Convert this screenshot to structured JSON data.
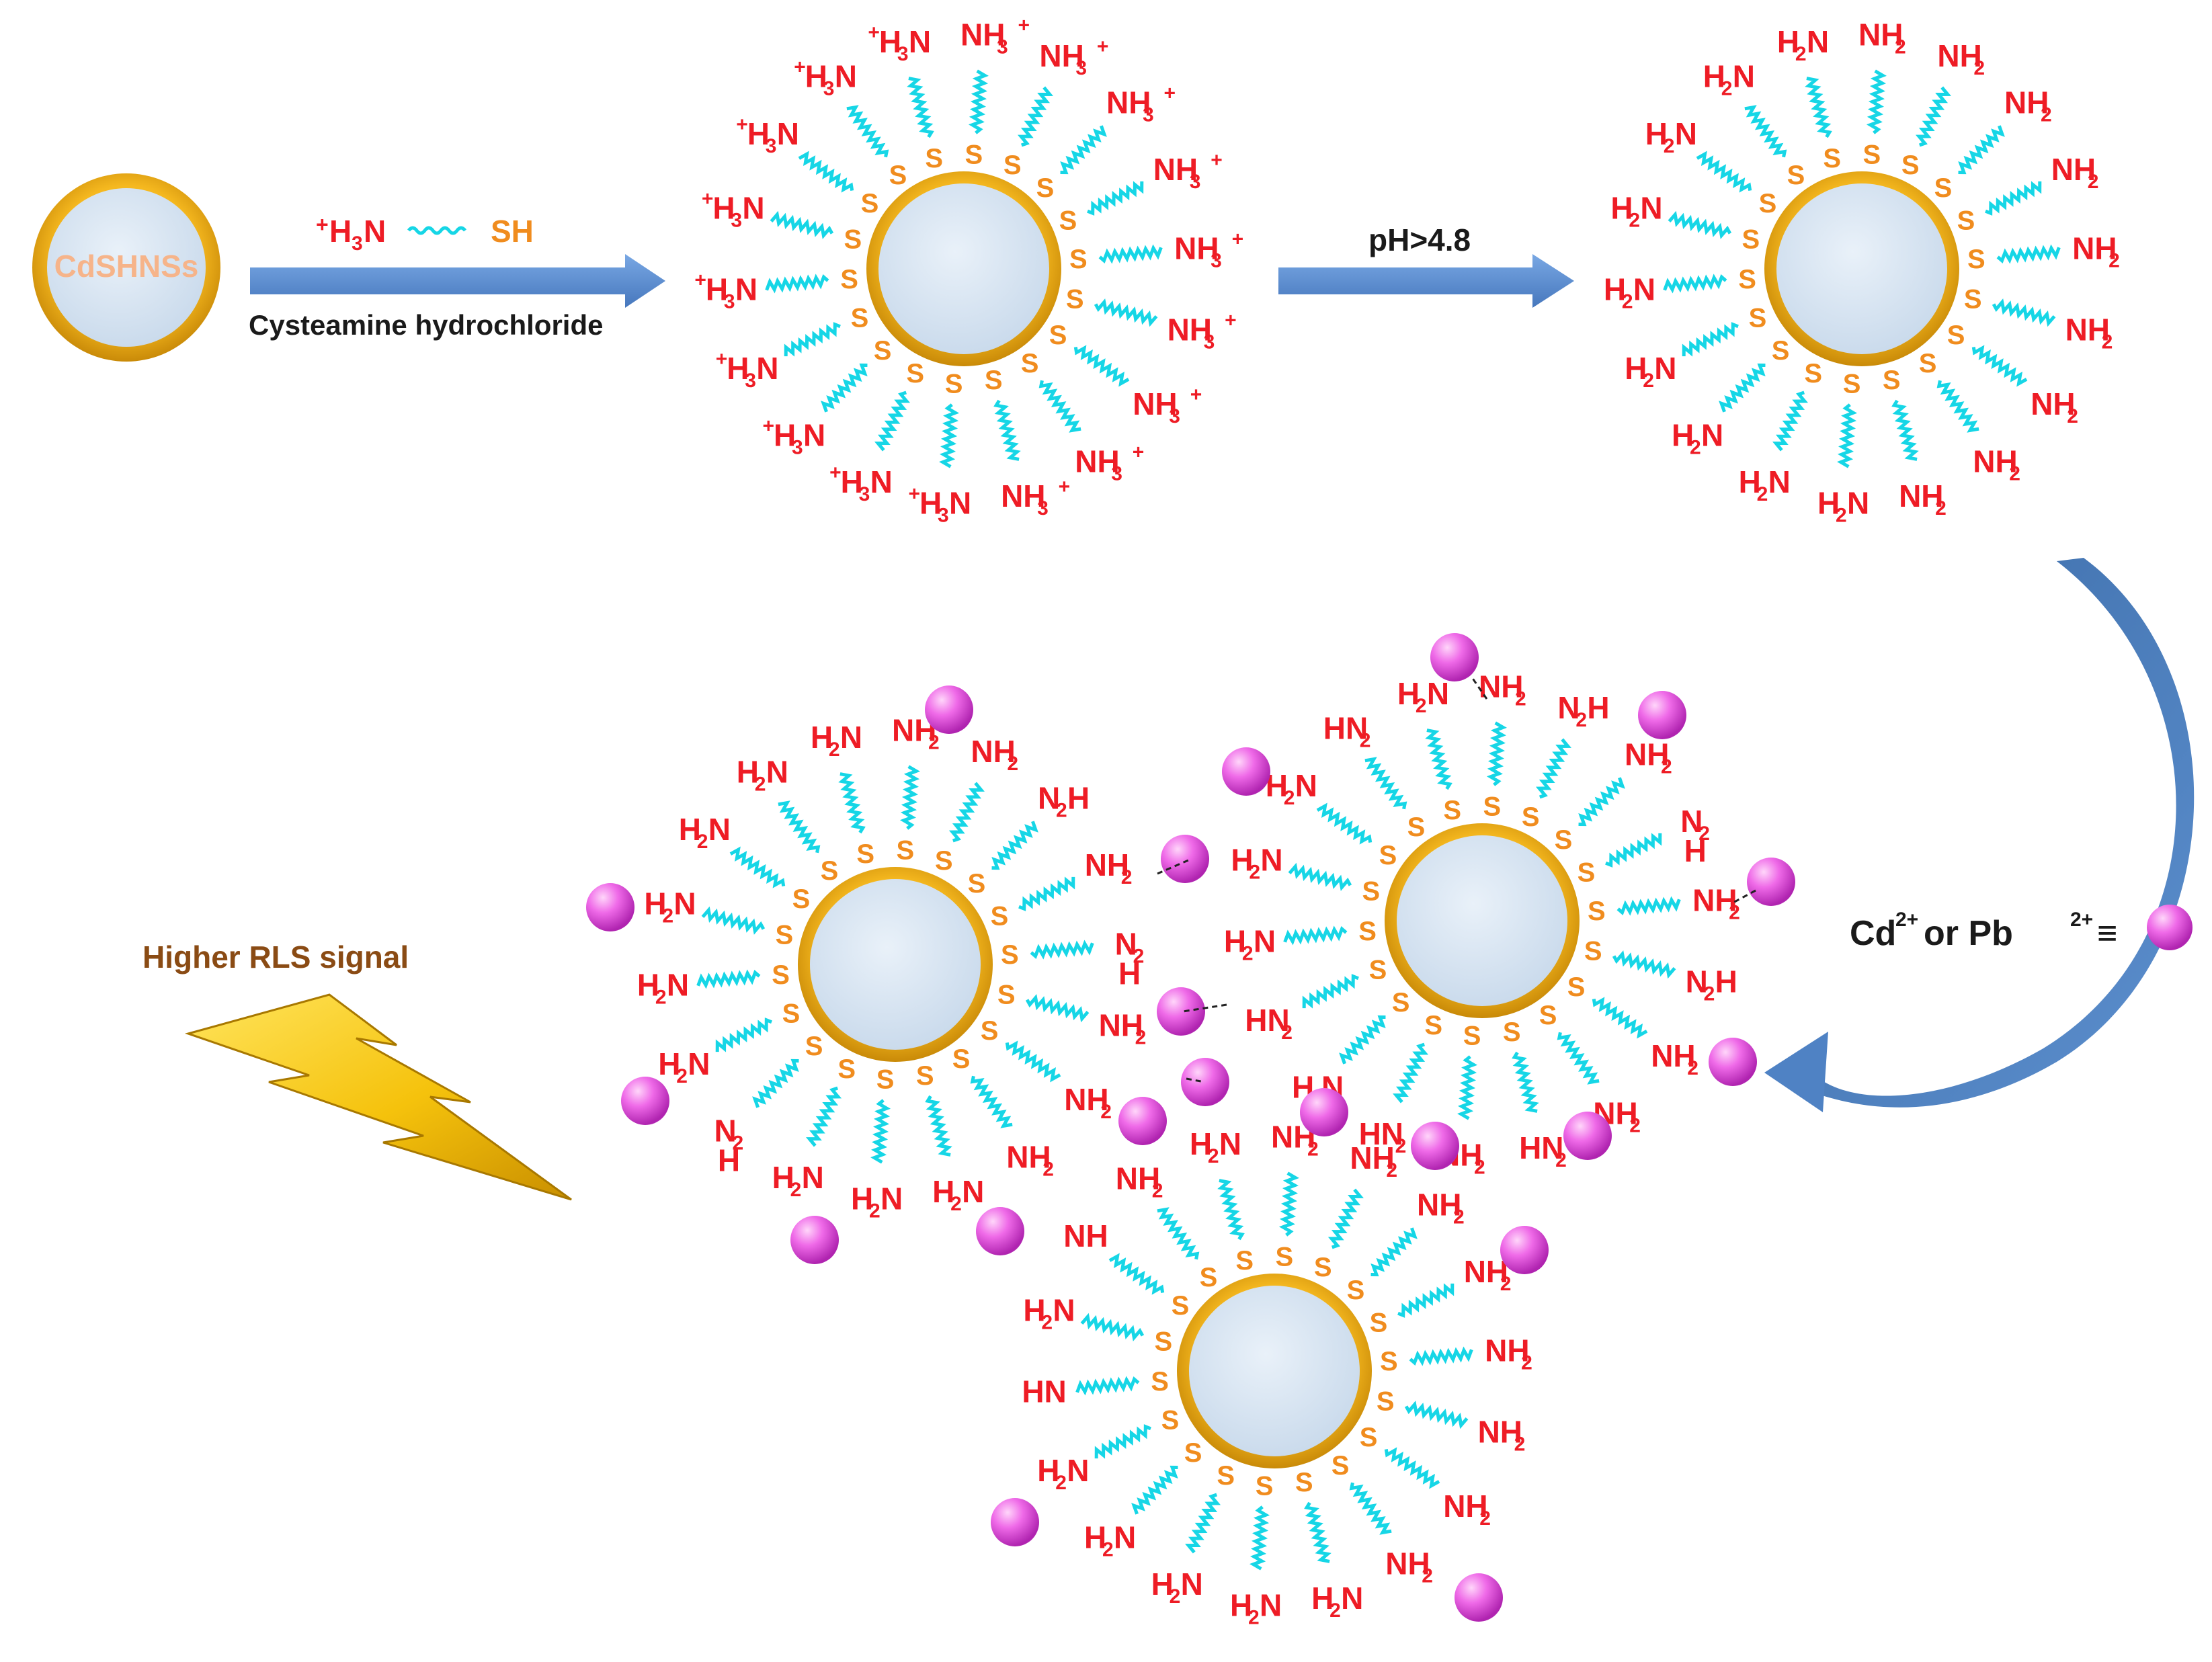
{
  "start_particle": {
    "label": "CdSHNSs"
  },
  "step1": {
    "reagent_left": "H",
    "reagent_left_sub": "3",
    "reagent_left_tail": "N",
    "reagent_plus": "+",
    "reagent_right": "SH",
    "caption": "Cysteamine hydrochloride"
  },
  "step2": {
    "caption": "pH>4.8"
  },
  "step3": {
    "caption_cd": "Cd",
    "caption_cd_sup": "2+",
    "caption_or": " or Pb",
    "caption_pb_sup": "2+",
    "caption_bond": "≡"
  },
  "signal": {
    "caption": "Higher RLS signal"
  },
  "groups": {
    "ammonium": "NH",
    "ammonium_sub": "3",
    "plus": "+",
    "amine": "NH",
    "amine_sub": "2",
    "h2n": "H",
    "h2n_sub": "2",
    "h2n_tail": "N",
    "h3n": "H",
    "h3n_sub": "3",
    "h3n_tail": "N",
    "sulfur": "S",
    "n2h": "N",
    "n2h_sub": "2",
    "n2h_tail": "H",
    "hn2": "HN",
    "hn2_sub": "2",
    "nh": "NH",
    "hn": "HN",
    "n": "N",
    "h": "H"
  },
  "colors": {
    "label_red": "#ee1c25",
    "sulfur_orange": "#f08c1e",
    "linker_cyan": "#16d6e6",
    "arrow_blue": "#5b8fd2",
    "metal_pink": "#e452e2",
    "shell_gold": "#f2b01c",
    "core_blue": "#d7e6f3"
  }
}
